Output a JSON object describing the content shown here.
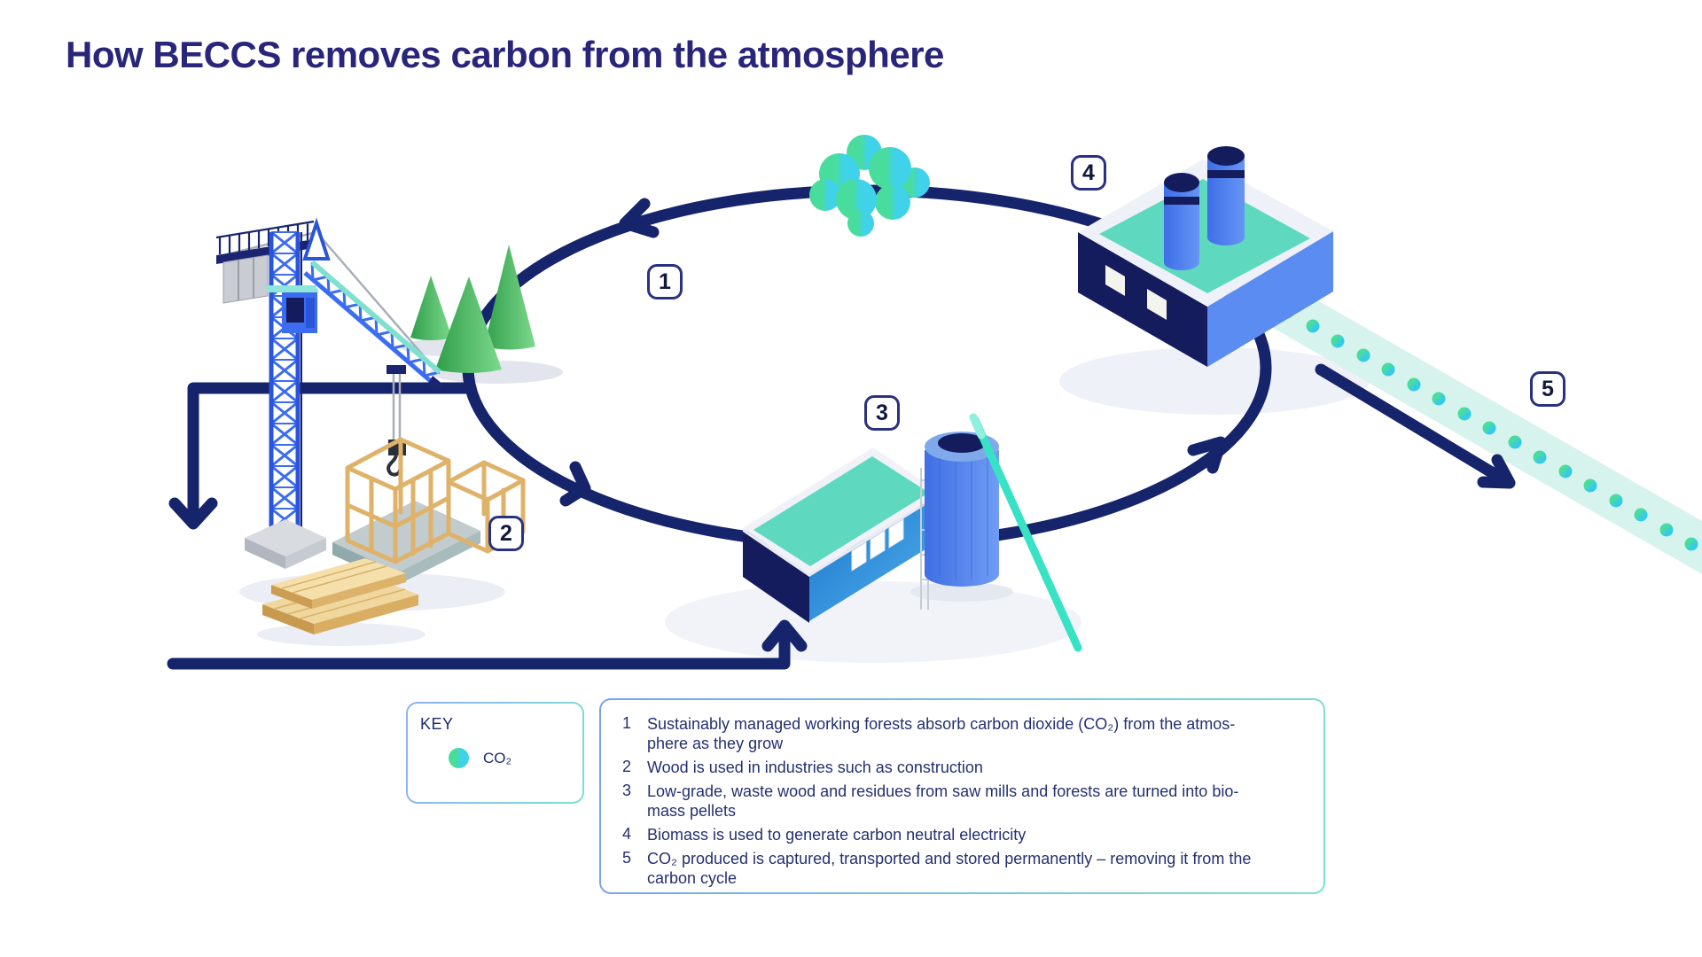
{
  "title": "How BECCS removes carbon from the atmosphere",
  "key": {
    "heading": "KEY",
    "co2_label": "CO₂"
  },
  "steps": [
    {
      "num": "1",
      "text": "Sustainably managed working forests absorb carbon dioxide (CO₂) from the atmos-\nphere as they grow"
    },
    {
      "num": "2",
      "text": "Wood is used in industries such as construction"
    },
    {
      "num": "3",
      "text": "Low-grade, waste wood and residues from saw mills and forests are turned into bio-\nmass pellets"
    },
    {
      "num": "4",
      "text": "Biomass is used to generate carbon neutral electricity"
    },
    {
      "num": "5",
      "text": "CO₂ produced is captured, transported and stored permanently – removing it from the\ncarbon cycle"
    }
  ],
  "colors": {
    "navy_line": "#16246b",
    "title_navy": "#29257a",
    "co2_green": "#49dd9d",
    "co2_cyan": "#3fd2e8",
    "roof_teal": "#5fd8c0",
    "pipe_mint": "#d7f3ed",
    "building_blue": "#5a8cf2",
    "dark_face_navy": "#141c5e",
    "wood_tan": "#dfb26a"
  }
}
